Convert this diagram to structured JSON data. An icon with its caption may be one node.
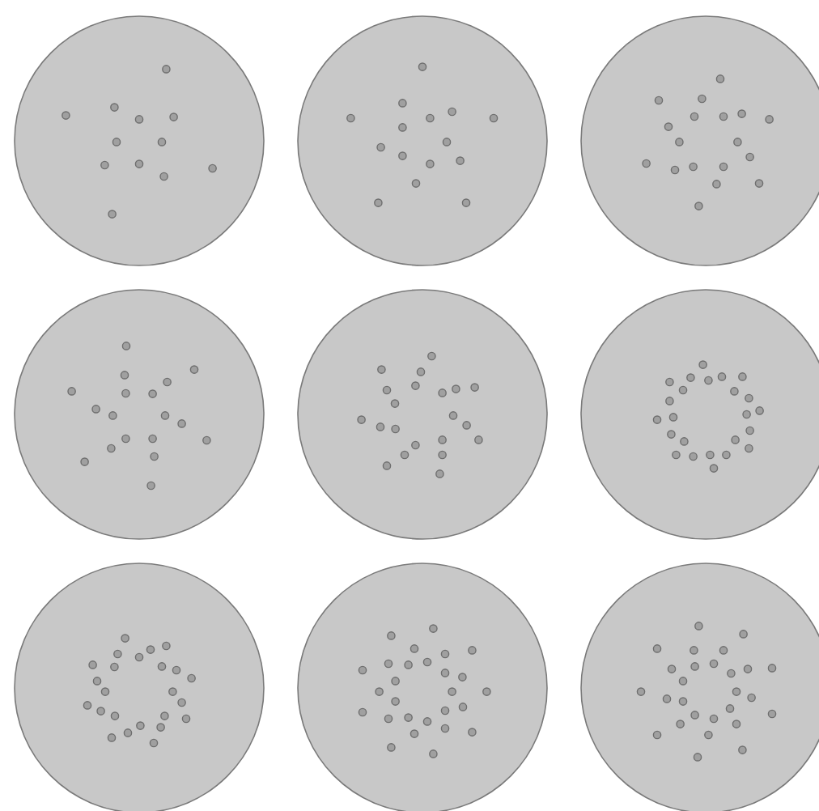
{
  "diagram": {
    "nodes": [
      {
        "text": [],
        "shape": "circle"
      },
      {
        "text": [],
        "shape": "circle"
      },
      {
        "text": [],
        "shape": "circle"
      },
      {
        "text": [],
        "shape": "circle"
      },
      {
        "text": [],
        "shape": "circle"
      },
      {
        "text": [],
        "shape": "circle"
      },
      {
        "text": [],
        "shape": "circle"
      },
      {
        "text": [],
        "shape": "circle"
      },
      {
        "text": [],
        "shape": "circle"
      }
    ]
  }
}
